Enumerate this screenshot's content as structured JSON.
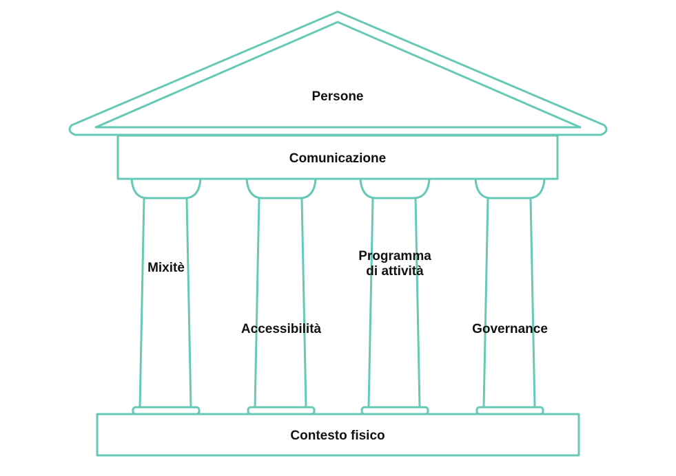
{
  "roof": {
    "label": "Persone"
  },
  "entablature": {
    "label": "Comunicazione"
  },
  "pillars": [
    {
      "label": "Mixitè"
    },
    {
      "label": "Accessibilità"
    },
    {
      "label": "Programma di attività",
      "line1": "Programma",
      "line2": "di attività"
    },
    {
      "label": "Governance"
    }
  ],
  "base": {
    "label": "Contesto fisico"
  },
  "colors": {
    "stroke": "#66c9b6",
    "text": "#111111",
    "background": "#ffffff"
  }
}
